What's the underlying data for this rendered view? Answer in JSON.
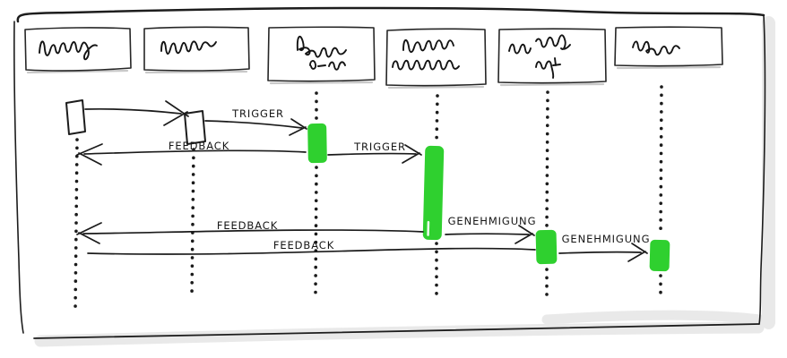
{
  "diagram_type": "hand-drawn-sequence-diagram",
  "colors": {
    "ink": "#1b1b1b",
    "highlight_green": "#2fd02f",
    "shadow_gray": "#e9e9e9",
    "paper": "#ffffff"
  },
  "actors": [
    {
      "id": "actor-1",
      "label": "",
      "legible": false,
      "scribble_lines": 1
    },
    {
      "id": "actor-2",
      "label": "",
      "legible": false,
      "scribble_lines": 1
    },
    {
      "id": "actor-3",
      "label": "",
      "legible": false,
      "scribble_lines": 2
    },
    {
      "id": "actor-4",
      "label": "",
      "legible": false,
      "scribble_lines": 2
    },
    {
      "id": "actor-5",
      "label": "",
      "legible": false,
      "scribble_lines": 2
    },
    {
      "id": "actor-6",
      "label": "",
      "legible": false,
      "scribble_lines": 1
    }
  ],
  "messages": [
    {
      "id": "m1",
      "from": "actor-1",
      "to": "actor-2",
      "label": ""
    },
    {
      "id": "m2",
      "from": "actor-2",
      "to": "actor-3",
      "label": "TRIGGER"
    },
    {
      "id": "m3",
      "from": "actor-3",
      "to": "actor-1",
      "label": "FEEDBACK"
    },
    {
      "id": "m4",
      "from": "actor-3",
      "to": "actor-4",
      "label": "TRIGGER"
    },
    {
      "id": "m5",
      "from": "actor-4",
      "to": "actor-1",
      "label": "FEEDBACK"
    },
    {
      "id": "m6",
      "from": "actor-4",
      "to": "actor-5",
      "label": "GENEHMIGUNG"
    },
    {
      "id": "m7",
      "from": "actor-5",
      "to": "actor-1",
      "label": "FEEDBACK"
    },
    {
      "id": "m8",
      "from": "actor-5",
      "to": "actor-6",
      "label": "GENEHMIGUNG"
    }
  ]
}
